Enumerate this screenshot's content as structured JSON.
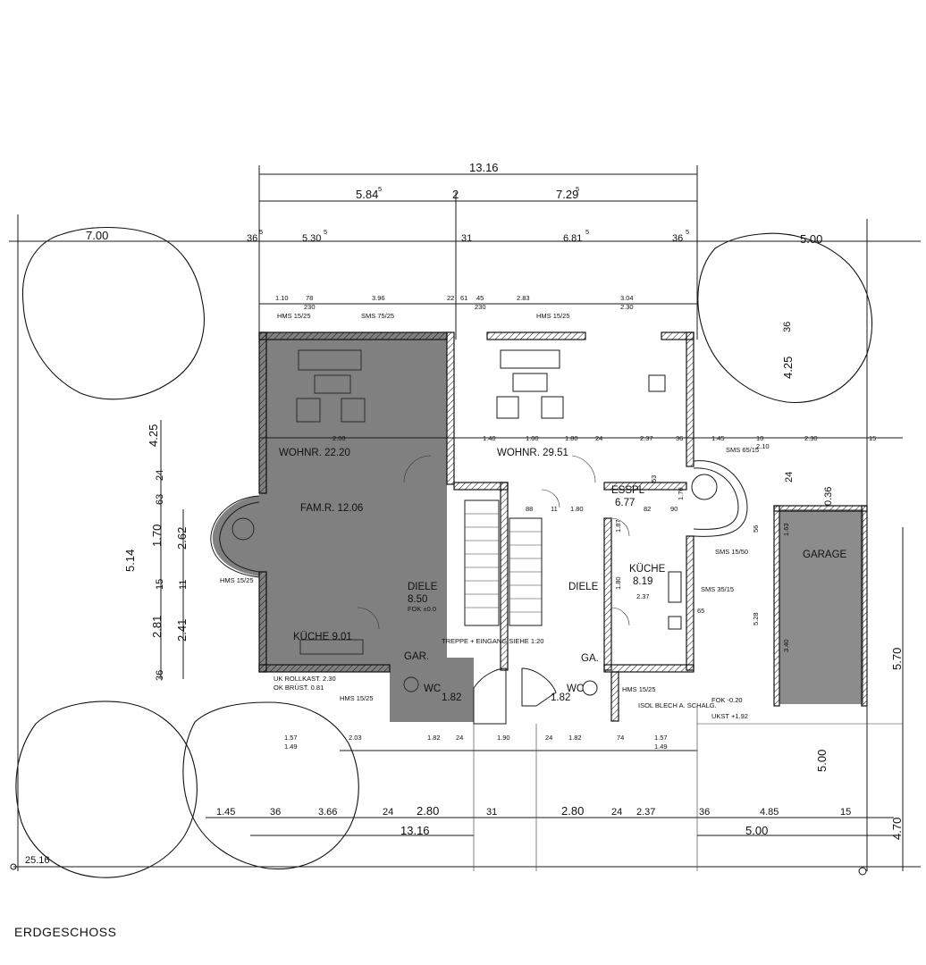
{
  "drawing": {
    "title": "ERDGESCHOSS",
    "rooms": [
      {
        "key": "wohnr1",
        "label": "WOHNR. 22.20"
      },
      {
        "key": "wohnr2",
        "label": "WOHNR. 29.51"
      },
      {
        "key": "famr",
        "label": "FAM.R. 12.06"
      },
      {
        "key": "diele1_a",
        "label": "DIELE"
      },
      {
        "key": "diele1_b",
        "label": "8.50"
      },
      {
        "key": "diele2",
        "label": "DIELE"
      },
      {
        "key": "kueche1",
        "label": "KÜCHE 9.01"
      },
      {
        "key": "kueche2_a",
        "label": "KÜCHE"
      },
      {
        "key": "kueche2_b",
        "label": "8.19"
      },
      {
        "key": "essp_a",
        "label": "ESSPL"
      },
      {
        "key": "essp_b",
        "label": "6.77"
      },
      {
        "key": "garage",
        "label": "GARAGE"
      },
      {
        "key": "wc1_a",
        "label": "WC"
      },
      {
        "key": "wc1_b",
        "label": "1.82"
      },
      {
        "key": "wc2_a",
        "label": "WC"
      },
      {
        "key": "wc2_b",
        "label": "1.82"
      },
      {
        "key": "gar1",
        "label": "GAR."
      },
      {
        "key": "gar2",
        "label": "GA."
      }
    ],
    "top_dims": {
      "overall": "13.16",
      "left_part": "5.84",
      "left_sup": "5",
      "mid": "2",
      "right_part": "7.29",
      "right_sup": "5",
      "tree_left": "7.00",
      "tree_right": "5.00",
      "r1": "36",
      "r1_sup": "5",
      "r2": "5.30",
      "r2_sup": "5",
      "r3": "31",
      "r4": "6.81",
      "r4_sup": "5",
      "r5": "36",
      "r5_sup": "5"
    },
    "sub_dims": [
      "1.10",
      "78",
      "230",
      "3.96",
      "22",
      "61",
      "45",
      "230",
      "2.83",
      "3.04",
      "2.30"
    ],
    "wall_notes": [
      "HMS 15/25",
      "SMS 75/25",
      "HMS 15/25",
      "SMS 65/15",
      "SMS 15/50",
      "SMS 35/15",
      "HMS 15/25",
      "HMS 15/25",
      "HMS 15/25"
    ],
    "left_dims": [
      "4.25",
      "24",
      "63",
      "5.14",
      "1.70",
      "2.62",
      "15",
      "11",
      "2.81",
      "2.41",
      "36"
    ],
    "right_dims": [
      "36",
      "4.25",
      "24",
      "0.36",
      "5.70",
      "5.00",
      "4.70"
    ],
    "row_dims": [
      "1.40",
      "1.00",
      "1.80",
      "24",
      "2.37",
      "36",
      "1.45",
      "10",
      "2.10",
      "2.30",
      "15"
    ],
    "notes": {
      "treppe": "TREPPE + EINGANG SIEHE 1:20",
      "rollkast": "UK ROLLKAST. 2.30",
      "bruest": "OK BRÜST. 0.81",
      "fok": "FOK -0.20",
      "ukst": "UKST +1.92",
      "isol": "ISOL BLECH A. SCHALG.",
      "fokdiele": "FOK ±0.0"
    },
    "bottom_dims": {
      "a1": "1.57",
      "a2": "1.49",
      "a3": "2.03",
      "a4": "1.82",
      "a5": "24",
      "a6": "1.90",
      "a7": "24",
      "a8": "1.82",
      "a9": "74",
      "a10": "1.57",
      "a11": "1.49",
      "b1": "1.45",
      "b2": "36",
      "b3": "3.66",
      "b4": "24",
      "b5": "2.80",
      "b6": "31",
      "b7": "2.80",
      "b8": "24",
      "b9": "2.37",
      "b10": "36",
      "b11": "4.85",
      "b12": "15",
      "overall": "13.16",
      "garage_w": "5.00",
      "site": "25.16"
    },
    "interior_dims": [
      "2.00",
      "90",
      "1.80",
      "11",
      "88",
      "5.28",
      "3.40",
      "1.80",
      "53",
      "1.70",
      "56",
      "1.63",
      "82",
      "2.37",
      "1.87",
      "65"
    ]
  }
}
